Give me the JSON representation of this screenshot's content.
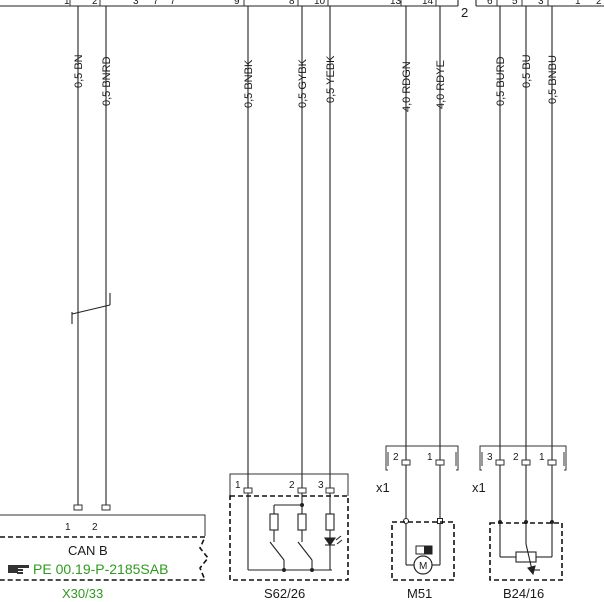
{
  "top_connector": {
    "pins": [
      "1",
      "2",
      "3",
      "7",
      "7",
      "9",
      "8",
      "10",
      "13",
      "14",
      "6",
      "5",
      "3",
      "1",
      "2"
    ],
    "label": "2"
  },
  "wires": [
    "0,5 BN",
    "0,5 BNRD",
    "0,5 BNBK",
    "0,5 GYBK",
    "0,5 YEBK",
    "4,0 RDGN",
    "4,0 RDYE",
    "0,5 BURD",
    "0,5 BU",
    "0,5 BNBU"
  ],
  "components": {
    "x30": {
      "name": "X30/33",
      "pin1": "1",
      "pin2": "2",
      "text": "CAN B",
      "reference": "PE 00.19-P-2185SAB",
      "hand_icon": "pointing-hand-icon"
    },
    "s62": {
      "name": "S62/26",
      "pin1": "1",
      "pin2": "2",
      "pin3": "3"
    },
    "m51": {
      "name": "M51",
      "connector": "x1",
      "pin1": "2",
      "pin2": "1"
    },
    "b24": {
      "name": "B24/16",
      "connector": "x1",
      "pin1": "3",
      "pin2": "2",
      "pin3": "1"
    }
  },
  "colors": {
    "wire": "#222222",
    "link_green": "#2e9b1e"
  }
}
